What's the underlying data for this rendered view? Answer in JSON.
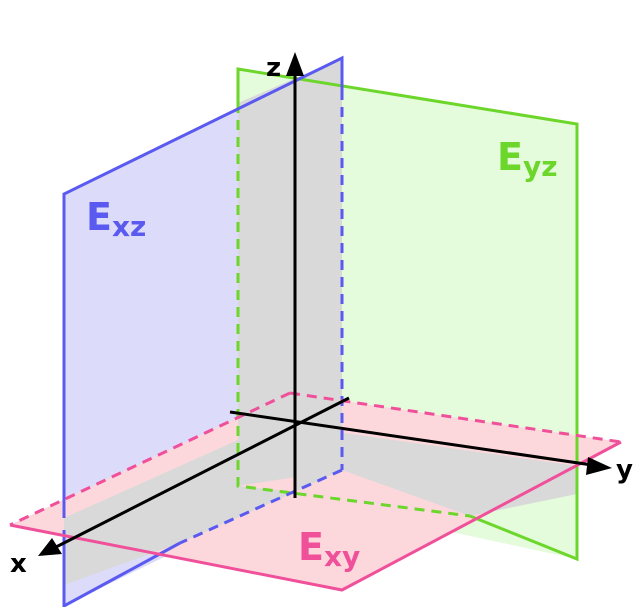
{
  "axes": {
    "x_label": "x",
    "y_label": "y",
    "z_label": "z"
  },
  "planes": {
    "xz": {
      "label_main": "E",
      "label_sub": "xz",
      "color": "#5a5af0",
      "fill": "#dcdcfa"
    },
    "yz": {
      "label_main": "E",
      "label_sub": "yz",
      "color": "#6cd62a",
      "fill": "#e4fbdc"
    },
    "xy": {
      "label_main": "E",
      "label_sub": "xy",
      "color": "#f0509a",
      "fill": "#fcd8dc"
    }
  },
  "colors": {
    "axis": "#000000",
    "overlap": "#d9d9d9"
  }
}
